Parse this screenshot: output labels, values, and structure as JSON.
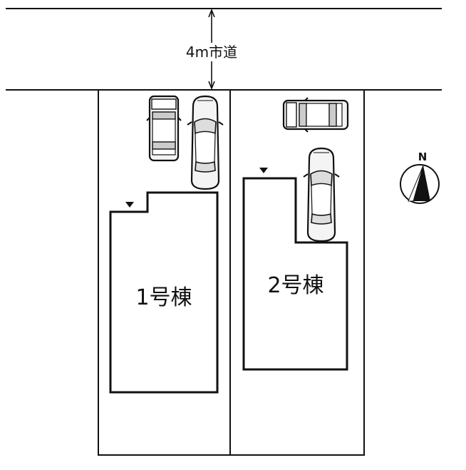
{
  "road": {
    "label": "4m市道"
  },
  "buildings": [
    {
      "label": "1号棟"
    },
    {
      "label": "2号棟"
    }
  ],
  "compass": {
    "north_label": "N"
  },
  "colors": {
    "line": "#111111",
    "car_fill": "#f4f4f4",
    "background": "#ffffff"
  }
}
